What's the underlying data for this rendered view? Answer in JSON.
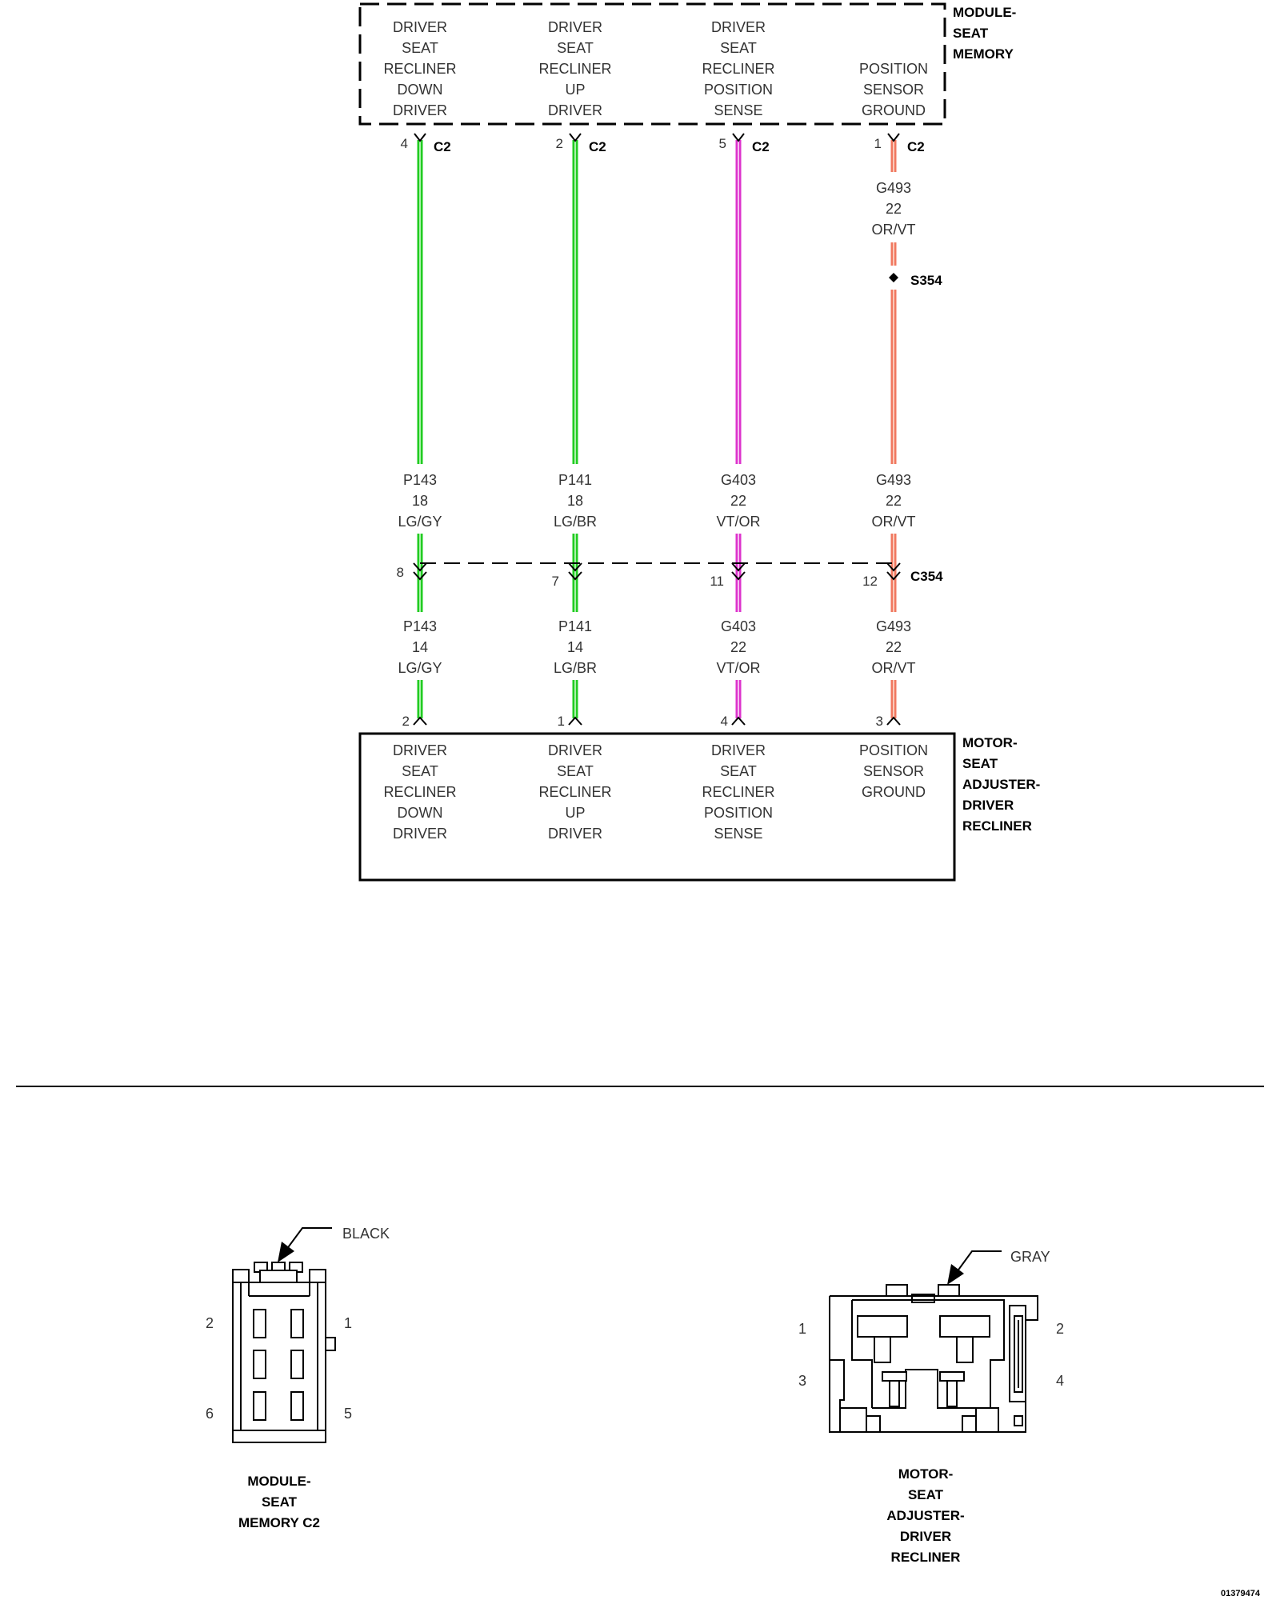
{
  "colors": {
    "green": "#22cc22",
    "green_light": "#aaf0aa",
    "violet": "#dd33cc",
    "violet_light": "#f7b8f0",
    "orange": "#f07860",
    "orange_light": "#fbc8b8"
  },
  "top_module": {
    "name_lines": [
      "MODULE-",
      "SEAT",
      "MEMORY"
    ],
    "columns": [
      [
        "DRIVER",
        "SEAT",
        "RECLINER",
        "DOWN",
        "DRIVER"
      ],
      [
        "DRIVER",
        "SEAT",
        "RECLINER",
        "UP",
        "DRIVER"
      ],
      [
        "DRIVER",
        "SEAT",
        "RECLINER",
        "POSITION",
        "SENSE"
      ],
      [
        "POSITION",
        "SENSOR",
        "GROUND"
      ]
    ],
    "pins": [
      {
        "pin": "4",
        "connector": "C2"
      },
      {
        "pin": "2",
        "connector": "C2"
      },
      {
        "pin": "5",
        "connector": "C2"
      },
      {
        "pin": "1",
        "connector": "C2"
      }
    ]
  },
  "upper_wire_label": [
    "G493",
    "22",
    "OR/VT"
  ],
  "splice": "S354",
  "mid_wire_labels": [
    [
      "P143",
      "18",
      "LG/GY"
    ],
    [
      "P141",
      "18",
      "LG/BR"
    ],
    [
      "G403",
      "22",
      "VT/OR"
    ],
    [
      "G493",
      "22",
      "OR/VT"
    ]
  ],
  "inline_connector": {
    "name": "C354",
    "pins": [
      "8",
      "7",
      "11",
      "12"
    ]
  },
  "lower_wire_labels": [
    [
      "P143",
      "14",
      "LG/GY"
    ],
    [
      "P141",
      "14",
      "LG/BR"
    ],
    [
      "G403",
      "22",
      "VT/OR"
    ],
    [
      "G493",
      "22",
      "OR/VT"
    ]
  ],
  "bottom_module": {
    "name_lines": [
      "MOTOR-",
      "SEAT",
      "ADJUSTER-",
      "DRIVER",
      "RECLINER"
    ],
    "pins": [
      "2",
      "1",
      "4",
      "3"
    ],
    "columns": [
      [
        "DRIVER",
        "SEAT",
        "RECLINER",
        "DOWN",
        "DRIVER"
      ],
      [
        "DRIVER",
        "SEAT",
        "RECLINER",
        "UP",
        "DRIVER"
      ],
      [
        "DRIVER",
        "SEAT",
        "RECLINER",
        "POSITION",
        "SENSE"
      ],
      [
        "POSITION",
        "SENSOR",
        "GROUND"
      ]
    ]
  },
  "connector_views": [
    {
      "color_label": "BLACK",
      "name_lines": [
        "MODULE-",
        "SEAT",
        "MEMORY C2"
      ],
      "pin_labels": [
        "2",
        "1",
        "6",
        "5"
      ]
    },
    {
      "color_label": "GRAY",
      "name_lines": [
        "MOTOR-",
        "SEAT",
        "ADJUSTER-",
        "DRIVER",
        "RECLINER"
      ],
      "pin_labels": [
        "1",
        "2",
        "3",
        "4"
      ]
    }
  ],
  "figure_id": "01379474"
}
